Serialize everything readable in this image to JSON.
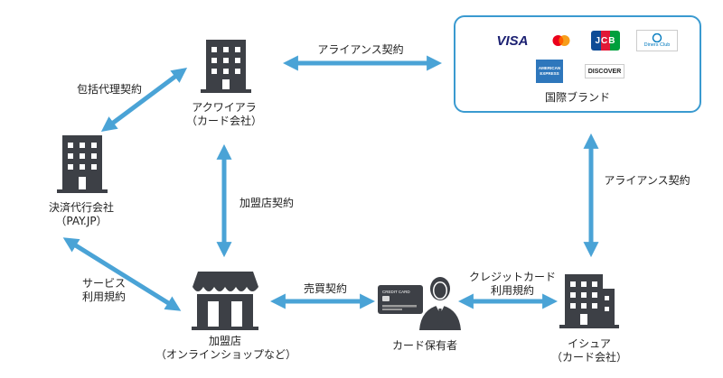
{
  "nodes": {
    "acquirer": {
      "line1": "アクワイアラ",
      "line2": "（カード会社）"
    },
    "payment_agent": {
      "line1": "決済代行会社",
      "line2": "（PAY.JP）"
    },
    "merchant": {
      "line1": "加盟店",
      "line2": "（オンラインショップなど）"
    },
    "cardholder": {
      "line1": "カード保有者"
    },
    "issuer": {
      "line1": "イシュア",
      "line2": "（カード会社）"
    },
    "brands": {
      "label": "国際ブランド"
    }
  },
  "edges": {
    "acquirer_brands": "アライアンス契約",
    "agent_acquirer": "包括代理契約",
    "acquirer_merchant": "加盟店契約",
    "brands_issuer": "アライアンス契約",
    "agent_merchant_line1": "サービス",
    "agent_merchant_line2": "利用規約",
    "merchant_cardholder": "売買契約",
    "cardholder_issuer_line1": "クレジットカード",
    "cardholder_issuer_line2": "利用規約"
  },
  "brand_logos": {
    "visa": "VISA",
    "jcb": "JCB",
    "diners": "Diners Club",
    "amex": "AMERICAN EXPRESS",
    "discover": "DISCOVER"
  },
  "card_text": "CREDIT CARD",
  "colors": {
    "arrow": "#4aa3d6",
    "icon": "#3d4046",
    "brand_border": "#3a9ad0"
  }
}
